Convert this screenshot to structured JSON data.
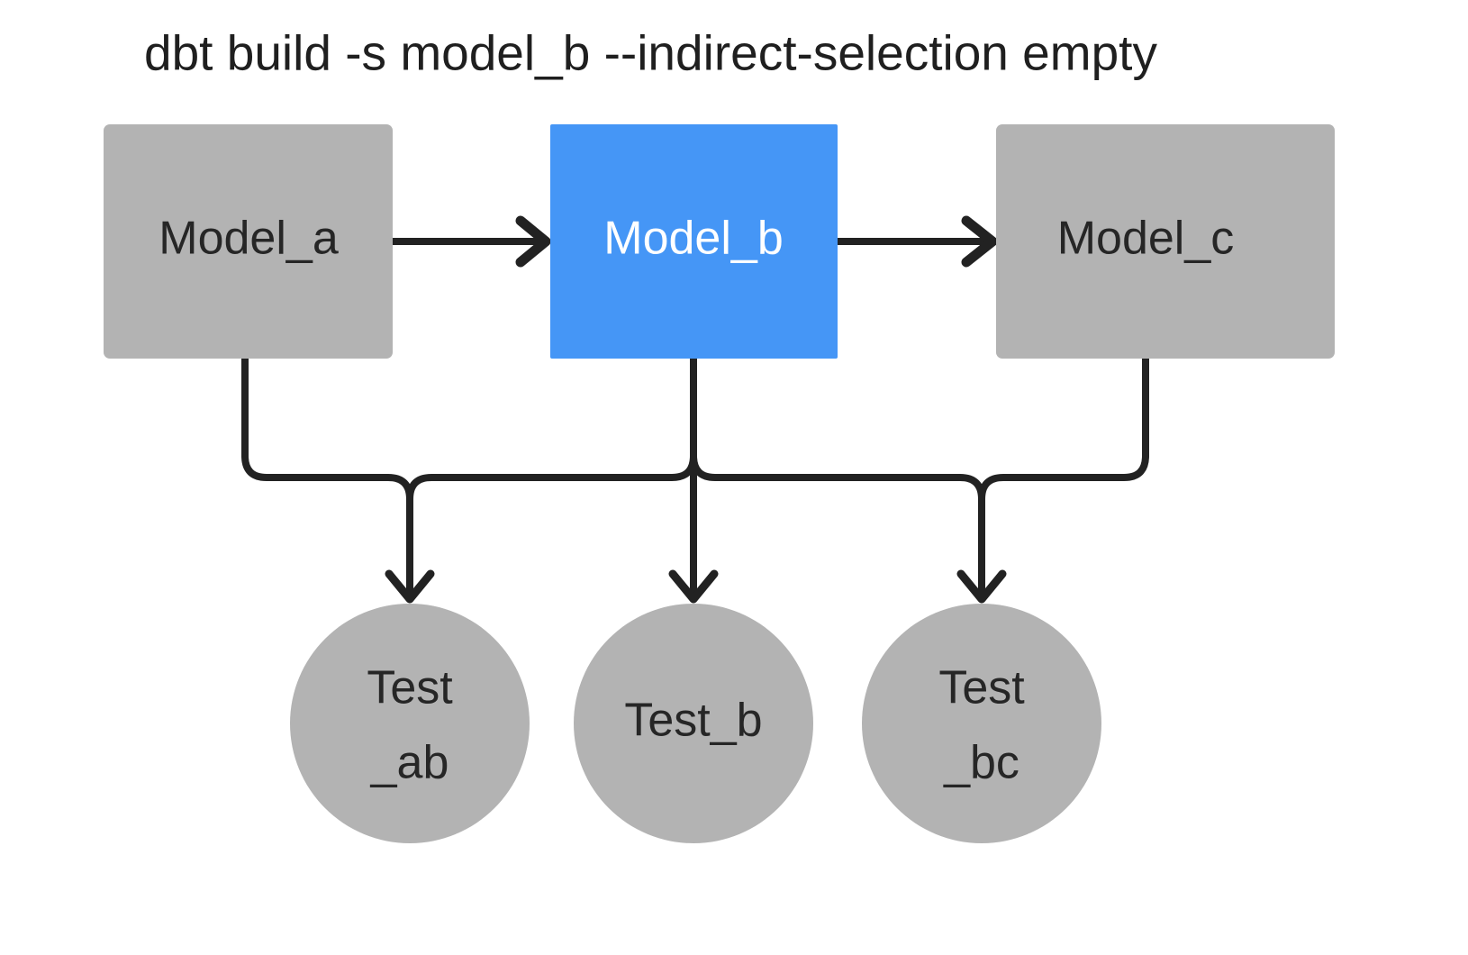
{
  "title": "dbt build -s model_b --indirect-selection empty",
  "colors": {
    "background": "#ffffff",
    "node_gray": "#b3b3b3",
    "node_selected_blue": "#4596f6",
    "edge": "#222222",
    "text_dark": "#262626",
    "text_light": "#ffffff",
    "title_text": "#1f1f1f"
  },
  "models": [
    {
      "id": "model_a",
      "label": "Model_a",
      "shape": "rect",
      "state": "unselected"
    },
    {
      "id": "model_b",
      "label": "Model_b",
      "shape": "rect",
      "state": "selected"
    },
    {
      "id": "model_c",
      "label": "Model_c",
      "shape": "rect",
      "state": "unselected"
    }
  ],
  "tests": [
    {
      "id": "test_ab",
      "label_lines": [
        "Test",
        "_ab"
      ],
      "shape": "circle",
      "state": "unselected"
    },
    {
      "id": "test_b",
      "label_lines": [
        "Test_b"
      ],
      "shape": "circle",
      "state": "unselected"
    },
    {
      "id": "test_bc",
      "label_lines": [
        "Test",
        "_bc"
      ],
      "shape": "circle",
      "state": "unselected"
    }
  ],
  "edges": [
    {
      "from": "model_a",
      "to": "model_b",
      "style": "straight-arrow"
    },
    {
      "from": "model_b",
      "to": "model_c",
      "style": "straight-arrow"
    },
    {
      "from": "model_a",
      "to": "test_ab",
      "style": "elbow-arrow"
    },
    {
      "from": "model_b",
      "to": "test_ab",
      "style": "elbow-arrow"
    },
    {
      "from": "model_b",
      "to": "test_b",
      "style": "straight-arrow"
    },
    {
      "from": "model_b",
      "to": "test_bc",
      "style": "elbow-arrow"
    },
    {
      "from": "model_c",
      "to": "test_bc",
      "style": "elbow-arrow"
    }
  ]
}
